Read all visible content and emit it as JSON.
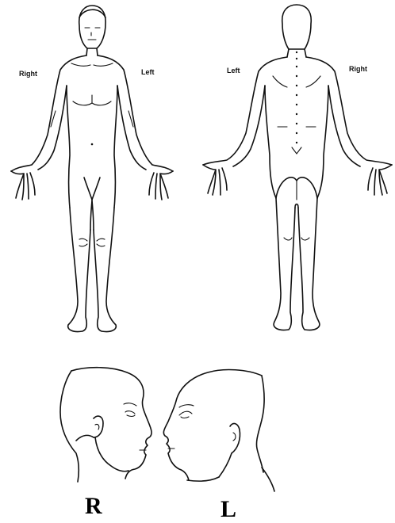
{
  "front_view": {
    "label_right": "Right",
    "label_left": "Left"
  },
  "back_view": {
    "label_left": "Left",
    "label_right": "Right"
  },
  "face_profiles": {
    "label_right": "R",
    "label_left": "L"
  }
}
